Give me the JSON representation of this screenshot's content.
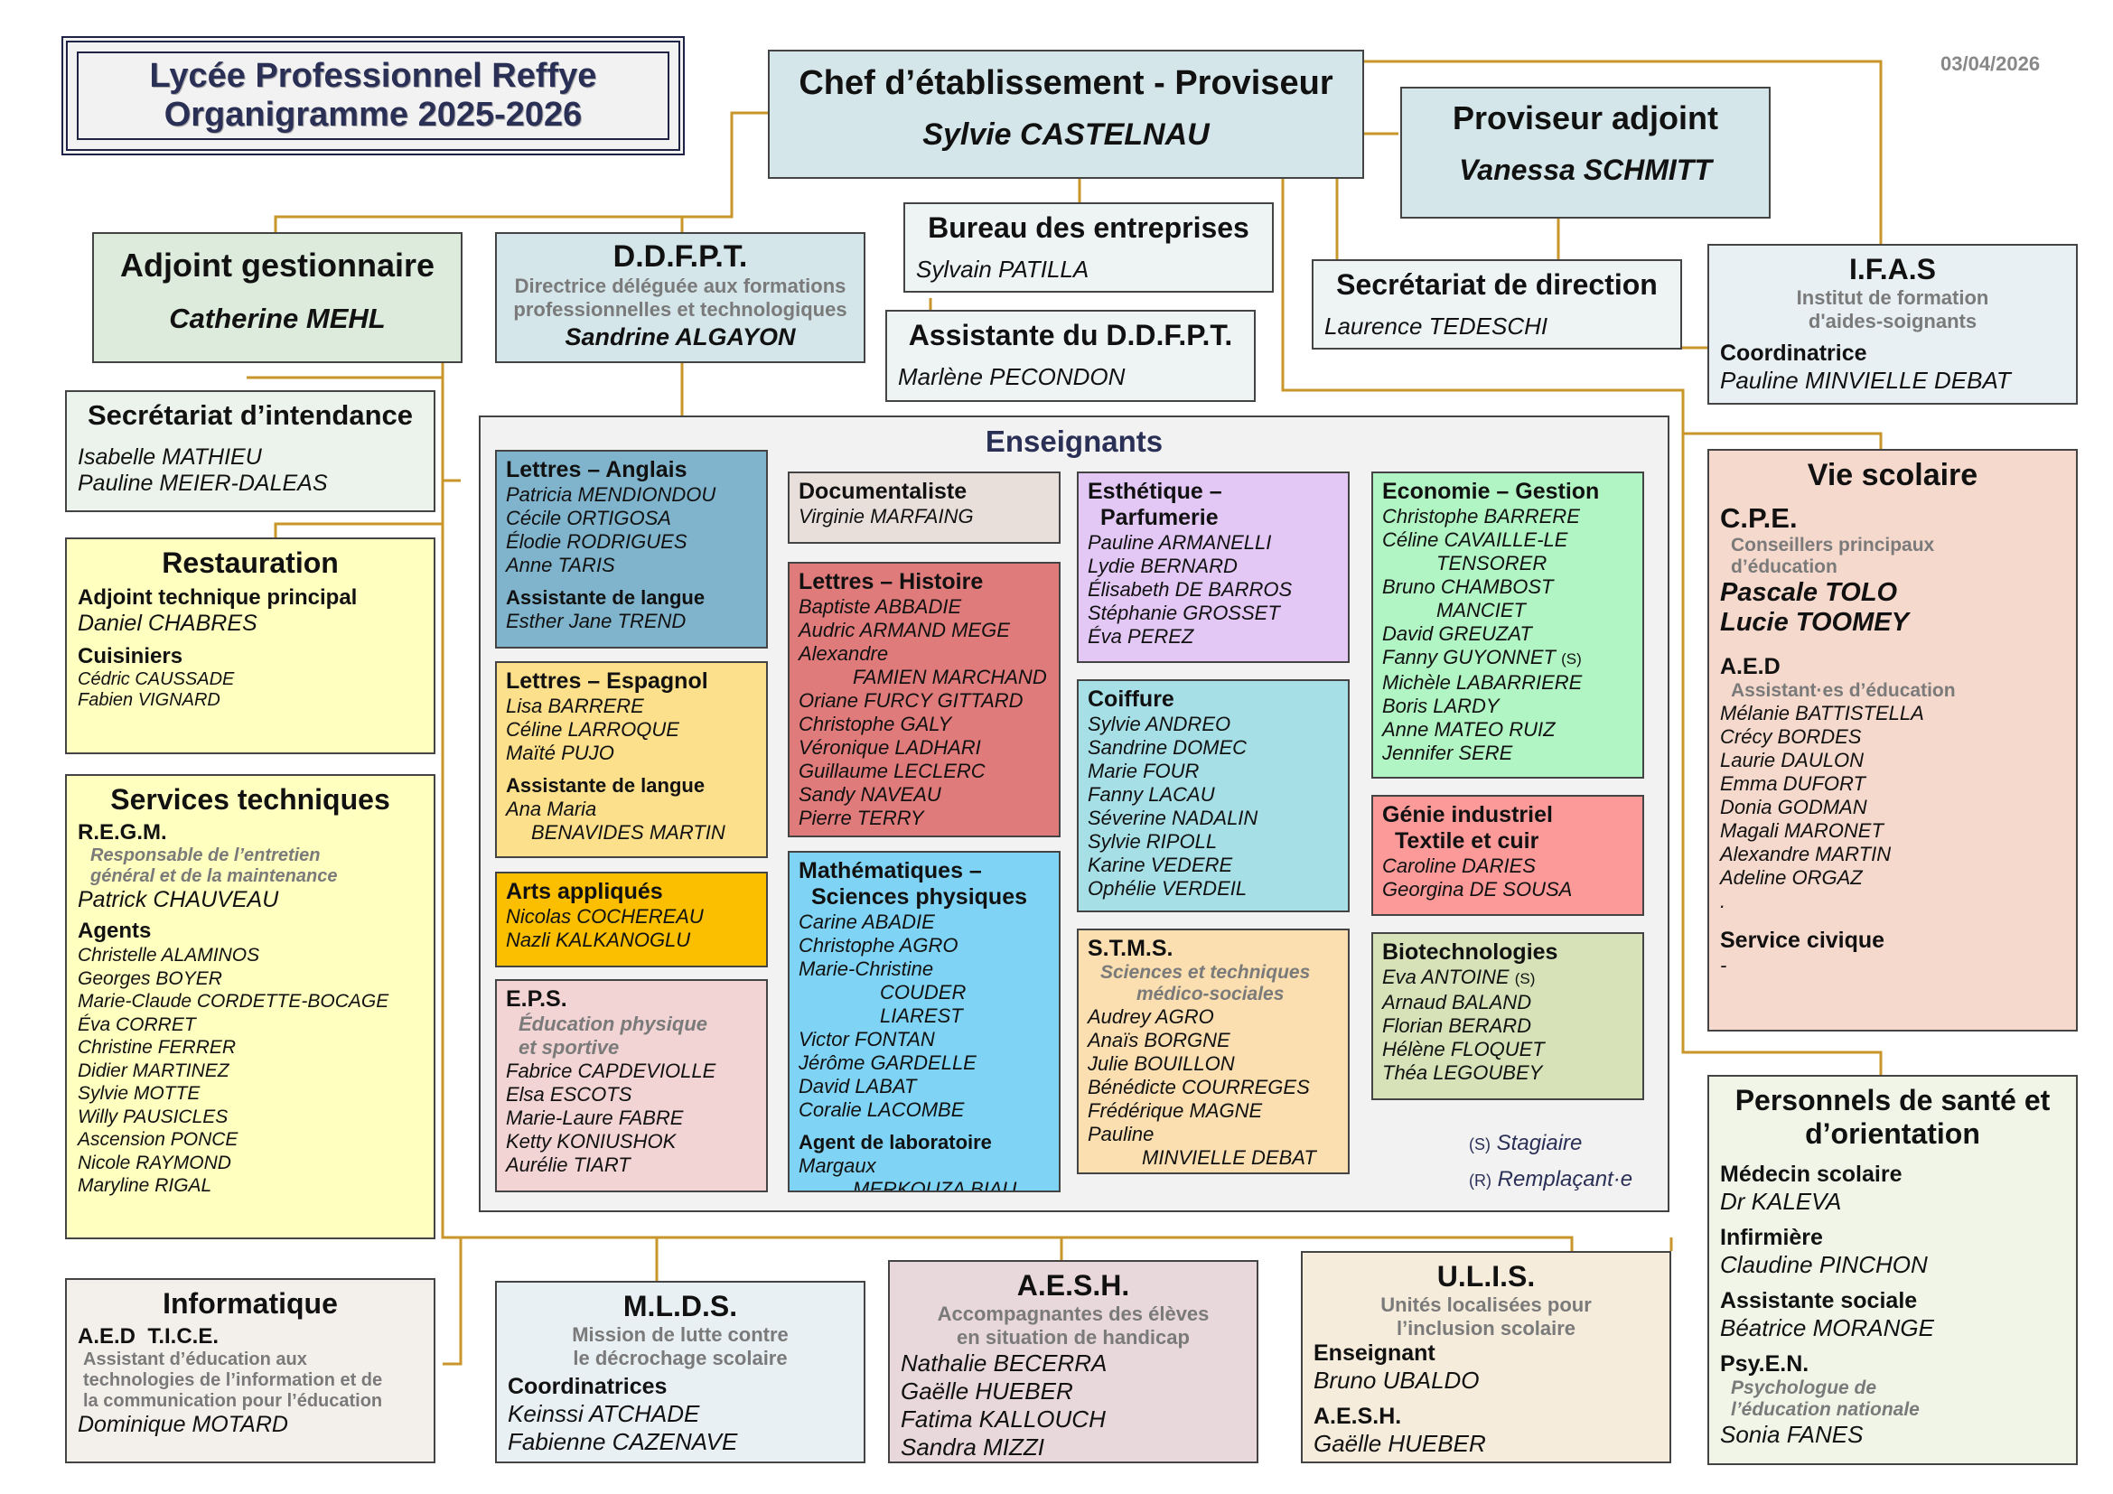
{
  "date": "03/04/2026",
  "title": {
    "line1": "Lycée Professionnel Reffye",
    "line2": "Organigramme 2025-2026"
  },
  "chef": {
    "title": "Chef d’établissement - Proviseur",
    "name": "Sylvie CASTELNAU"
  },
  "adjoint": {
    "title": "Proviseur adjoint",
    "name": "Vanessa SCHMITT"
  },
  "bureau": {
    "title": "Bureau des entreprises",
    "name": "Sylvain PATILLA"
  },
  "secretariat_dir": {
    "title": "Secrétariat de direction",
    "name": "Laurence TEDESCHI"
  },
  "ifas": {
    "title": "I.F.A.S",
    "sub1": "Institut de formation",
    "sub2": "d'aides-soignants",
    "role": "Coordinatrice",
    "name": "Pauline MINVIELLE DEBAT"
  },
  "gestionnaire": {
    "title": "Adjoint gestionnaire",
    "name": "Catherine MEHL"
  },
  "ddfpt": {
    "title": "D.D.F.P.T.",
    "sub1": "Directrice déléguée aux formations",
    "sub2": "professionnelles et technologiques",
    "name": "Sandrine ALGAYON"
  },
  "assistante_ddfpt": {
    "title": "Assistante du D.D.F.P.T.",
    "name": "Marlène PECONDON"
  },
  "intendance": {
    "title": "Secrétariat d’intendance",
    "names": [
      "Isabelle MATHIEU",
      "Pauline MEIER-DALEAS"
    ]
  },
  "restauration": {
    "title": "Restauration",
    "role1": "Adjoint technique principal",
    "name1": "Daniel CHABRES",
    "role2": "Cuisiniers",
    "names2": [
      "Cédric CAUSSADE",
      "Fabien VIGNARD"
    ]
  },
  "services": {
    "title": "Services techniques",
    "role1": "R.E.G.M.",
    "sub1": "Responsable de l’entretien",
    "sub2": "général et de la maintenance",
    "name1": "Patrick CHAUVEAU",
    "role2": "Agents",
    "agents": [
      "Christelle ALAMINOS",
      "Georges BOYER",
      "Marie-Claude CORDETTE-BOCAGE",
      "Éva CORRET",
      "Christine FERRER",
      "Didier MARTINEZ",
      "Sylvie MOTTE",
      "Willy PAUSICLES",
      "Ascension PONCE",
      "Nicole RAYMOND",
      "Maryline RIGAL"
    ]
  },
  "informatique": {
    "title": "Informatique",
    "role": "A.E.D  T.I.C.E.",
    "sub1": "Assistant d’éducation aux",
    "sub2": "technologies de l’information et de",
    "sub3": "la communication pour l’éducation",
    "name": "Dominique MOTARD"
  },
  "enseignants": {
    "title": "Enseignants",
    "anglais": {
      "title": "Lettres – Anglais",
      "names": [
        "Patricia MENDIONDOU",
        "Cécile ORTIGOSA",
        "Élodie RODRIGUES",
        "Anne TARIS"
      ],
      "role": "Assistante de langue",
      "role_name": "Esther Jane TREND"
    },
    "espagnol": {
      "title": "Lettres – Espagnol",
      "names": [
        "Lisa BARRERE",
        "Céline LARROQUE",
        "Maïté PUJO"
      ],
      "role": "Assistante de langue",
      "role_name1": "Ana Maria",
      "role_name2": "BENAVIDES MARTIN"
    },
    "arts": {
      "title": "Arts appliqués",
      "names": [
        "Nicolas COCHEREAU",
        "Nazli KALKANOGLU"
      ]
    },
    "eps": {
      "title": "E.P.S.",
      "sub1": "Éducation physique",
      "sub2": "et sportive",
      "names": [
        "Fabrice CAPDEVIOLLE",
        "Elsa ESCOTS",
        "Marie-Laure FABRE",
        "Ketty KONIUSHOK",
        "Aurélie TIART"
      ]
    },
    "doc": {
      "title": "Documentaliste",
      "name": "Virginie MARFAING"
    },
    "histoire": {
      "title": "Lettres – Histoire",
      "names": [
        "Baptiste ABBADIE",
        "Audric ARMAND MEGE",
        "Alexandre"
      ],
      "indent": "FAMIEN MARCHAND",
      "names2": [
        "Oriane FURCY GITTARD",
        "Christophe GALY",
        "Véronique LADHARI",
        "Guillaume LECLERC",
        "Sandy NAVEAU",
        "Pierre TERRY"
      ]
    },
    "maths": {
      "title1": "Mathématiques –",
      "title2": "Sciences physiques",
      "names": [
        "Carine ABADIE",
        "Christophe AGRO",
        "Marie-Christine"
      ],
      "indent": "COUDER LIAREST",
      "names2": [
        "Victor FONTAN",
        "Jérôme GARDELLE",
        "David LABAT",
        "Coralie LACOMBE"
      ],
      "role": "Agent de laboratoire",
      "role_name1": "Margaux",
      "role_name2": "MERKOUZA BIAU"
    },
    "esthetique": {
      "title1": "Esthétique –",
      "title2": "Parfumerie",
      "names": [
        "Pauline ARMANELLI",
        "Lydie BERNARD",
        "Élisabeth DE BARROS",
        "Stéphanie GROSSET",
        "Éva PEREZ"
      ]
    },
    "coiffure": {
      "title": "Coiffure",
      "names": [
        "Sylvie ANDREO",
        "Sandrine DOMEC",
        "Marie FOUR",
        "Fanny LACAU",
        "Séverine NADALIN",
        "Sylvie RIPOLL",
        "Karine VEDERE",
        "Ophélie VERDEIL"
      ]
    },
    "stms": {
      "title": "S.T.M.S.",
      "sub1": "Sciences et techniques",
      "sub2": "médico-sociales",
      "names": [
        "Audrey AGRO",
        "Anaïs BORGNE",
        "Julie BOUILLON",
        "Bénédicte COURREGES",
        "Frédérique MAGNE",
        "Pauline"
      ],
      "indent": "MINVIELLE DEBAT"
    },
    "eco": {
      "title": "Economie – Gestion",
      "names": [
        "Christophe BARRERE",
        "Céline CAVAILLE-LE"
      ],
      "indent1": "TENSORER",
      "name3": "Bruno CHAMBOST",
      "indent2": "MANCIET",
      "name4": "David GREUZAT",
      "name5": "Fanny GUYONNET",
      "s": "(S)",
      "names6": [
        "Michèle LABARRIERE",
        "Boris LARDY",
        "Anne MATEO RUIZ",
        "Jennifer SERE"
      ]
    },
    "genie": {
      "title1": "Génie industriel",
      "title2": "Textile et cuir",
      "names": [
        "Caroline DARIES",
        "Georgina DE SOUSA"
      ]
    },
    "biotech": {
      "title": "Biotechnologies",
      "name1": "Eva ANTOINE",
      "s": "(S)",
      "names": [
        "Arnaud BALAND",
        "Florian BERARD",
        "Hélène FLOQUET",
        "Théa LEGOUBEY"
      ]
    },
    "legend_s_key": "(S)",
    "legend_s": "Stagiaire",
    "legend_r_key": "(R)",
    "legend_r": "Remplaçant·e"
  },
  "vie_scolaire": {
    "title": "Vie scolaire",
    "cpe": "C.P.E.",
    "cpe_sub1": "Conseillers principaux",
    "cpe_sub2": "d’éducation",
    "cpe_names": [
      "Pascale TOLO",
      "Lucie TOOMEY"
    ],
    "aed": "A.E.D",
    "aed_sub": "Assistant·es d’éducation",
    "aed_names": [
      "Mélanie BATTISTELLA",
      "Crécy BORDES",
      "Laurie DAULON",
      "Emma DUFORT",
      "Donia GODMAN",
      "Magali MARONET",
      "Alexandre MARTIN",
      "Adeline ORGAZ",
      "."
    ],
    "civique": "Service civique",
    "civique_name": "-"
  },
  "sante": {
    "title1": "Personnels de santé et",
    "title2": "d’orientation",
    "medecin": "Médecin scolaire",
    "medecin_name": "Dr KALEVA",
    "infirmiere": "Infirmière",
    "infirmiere_name": "Claudine PINCHON",
    "assistante": "Assistante sociale",
    "assistante_name": "Béatrice MORANGE",
    "psy": "Psy.E.N.",
    "psy_sub1": "Psychologue de",
    "psy_sub2": "l’éducation nationale",
    "psy_name": "Sonia FANES"
  },
  "mlds": {
    "title": "M.L.D.S.",
    "sub1": "Mission de lutte contre",
    "sub2": "le décrochage scolaire",
    "role": "Coordinatrices",
    "names": [
      "Keinssi ATCHADE",
      "Fabienne CAZENAVE"
    ]
  },
  "aesh": {
    "title": "A.E.S.H.",
    "sub1": "Accompagnantes des élèves",
    "sub2": "en situation de handicap",
    "names": [
      "Nathalie BECERRA",
      "Gaëlle HUEBER",
      "Fatima KALLOUCH",
      "Sandra MIZZI"
    ]
  },
  "ulis": {
    "title": "U.L.I.S.",
    "sub1": "Unités localisées pour",
    "sub2": "l’inclusion scolaire",
    "role1": "Enseignant",
    "name1": "Bruno UBALDO",
    "role2": "A.E.S.H.",
    "name2": "Gaëlle HUEBER"
  },
  "colors": {
    "line": "#c8962a",
    "chef": "#d4e6ea",
    "gestionnaire": "#dcebdc",
    "ifas": "#e8f0f3",
    "restauration": "#ffffc0",
    "vie": "#f5d9cc",
    "sante": "#f0f5e8"
  }
}
